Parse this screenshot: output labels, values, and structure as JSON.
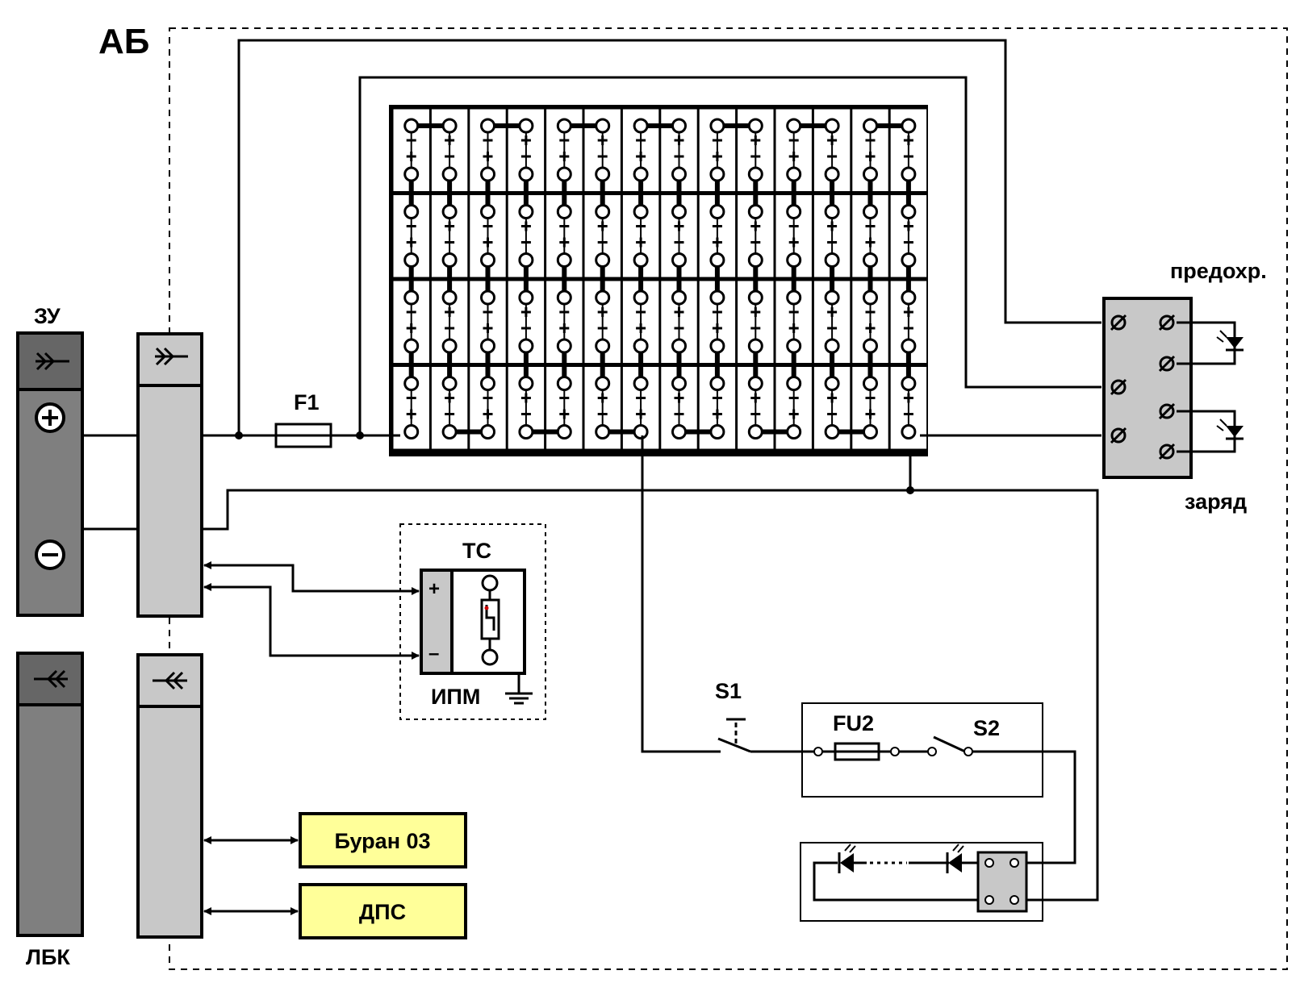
{
  "labels": {
    "battery_assembly": "АБ",
    "charger": "ЗУ",
    "lbk": "ЛБК",
    "fuse_f1": "F1",
    "fuse_block": "предохр.",
    "charge": "заряд",
    "ts": "ТС",
    "ipm": "ИПМ",
    "switch_s1": "S1",
    "fuse_fu2": "FU2",
    "switch_s2": "S2",
    "device_buran": "Буран 03",
    "device_dps": "ДПС"
  },
  "battery_grid": {
    "rows": 4,
    "cells_per_row": 14
  },
  "ts_block": {
    "plus": "+",
    "minus": "–"
  },
  "colors": {
    "panel_dark": "#7f7f7f",
    "panel_light": "#c8c8c8",
    "panel_header_dark": "#666666",
    "device_fill": "#ffff99",
    "cell_fill": "#ffffff",
    "wire": "#000000"
  }
}
